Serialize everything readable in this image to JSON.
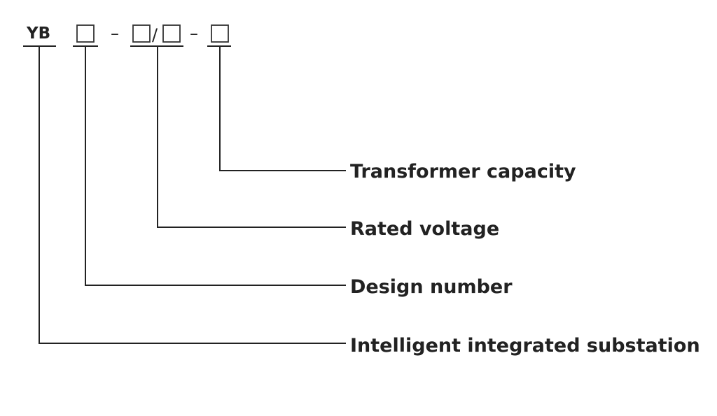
{
  "code": {
    "prefix": "YB",
    "dash_1": "–",
    "slash": "/",
    "dash_2": "–"
  },
  "labels": {
    "transformer_capacity": "Transformer capacity",
    "rated_voltage": "Rated voltage",
    "design_number": "Design number",
    "intelligent_substation": "Intelligent integrated substation"
  }
}
